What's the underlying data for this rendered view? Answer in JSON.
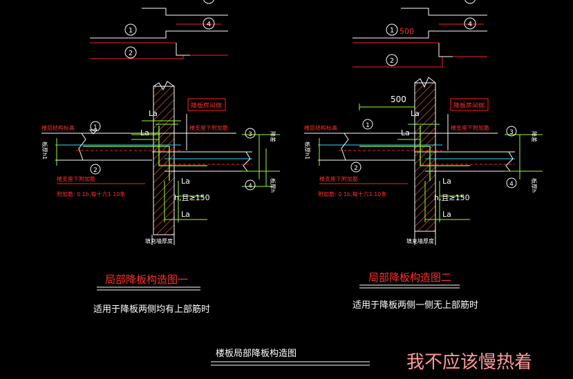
{
  "colors": {
    "background": "#000000",
    "line_white": "#ffffff",
    "line_red": "#ff2020",
    "line_green": "#9cff2a",
    "line_cyan": "#38d8ff",
    "hatch": "#ff6a3a",
    "text_red": "#ff3030",
    "watermark": "#ff9a9a"
  },
  "top_left": {
    "marker_1": "1",
    "marker_2": "2",
    "marker_4": "4"
  },
  "top_right": {
    "marker_1": "1",
    "marker_2": "2",
    "marker_4": "4",
    "dim_500": "500"
  },
  "detail_left": {
    "label_la_top": "La",
    "label_la_mid": "La",
    "label_la_bottom": "La",
    "label_ge150": "h,且≥150",
    "label_slab_drop_side": "降板房间侧",
    "label_floor_struct_elev": "楼层结构标高",
    "label_rebar_top": "楼支座下附加筋",
    "label_rebar_bottom": "楼支座下附加筋",
    "label_stirrup": "附加筋: 0.1b,每十六1.10条",
    "label_slab_h1": "板厚h1",
    "label_slab_h": "板厚h",
    "label_drop": "降差",
    "label_fill_wall": "填充墙厚度",
    "marker_1": "1",
    "marker_2": "2",
    "marker_3": "3",
    "marker_4": "4",
    "title": "局部降板构造图一",
    "subtitle": "适用于降板两侧均有上部筋时"
  },
  "detail_right": {
    "label_500": "500",
    "label_la_top": "La",
    "label_la_mid": "La",
    "label_la_bottom": "La",
    "label_ge150": "h,且≥150",
    "label_slab_drop_side": "降板房间侧",
    "label_floor_struct_elev": "楼层结构标高",
    "label_rebar_top": "楼支座下附加筋",
    "label_rebar_bottom": "楼支座下附加筋",
    "label_stirrup": "附加筋: 0.1b,每十六1.10条",
    "label_slab_h1": "板厚h1",
    "label_slab_h": "板厚h",
    "label_drop": "降差",
    "label_fill_wall": "填充墙厚度",
    "marker_1": "1",
    "marker_2": "2",
    "marker_3": "3",
    "marker_4": "4",
    "title": "局部降板构造图二",
    "subtitle": "适用于降板两侧一侧无上部筋时"
  },
  "footer": {
    "main_title": "楼板局部降板构造图",
    "watermark": "我不应该慢热着"
  }
}
